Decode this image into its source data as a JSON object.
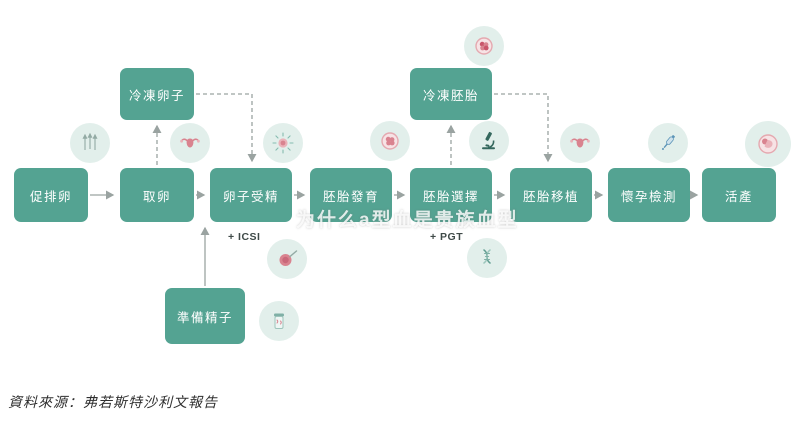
{
  "watermark": "为什么a型血是贵族血型",
  "source_note": "資料來源：弗若斯特沙利文報告",
  "colors": {
    "node_teal": "#54a392",
    "icon_circle_bg": "#e2efeb",
    "arrow_gray": "#9aa3a1",
    "icon_pink": "#d9838f",
    "icon_teal": "#7fb0a6"
  },
  "nodes": {
    "main": [
      {
        "label": "促排卵",
        "icon": "injection-needles-icon"
      },
      {
        "label": "取卵",
        "icon": "uterus-icon"
      },
      {
        "label": "卵子受精",
        "icon": "fertilized-egg-icon",
        "note": "+ ICSI",
        "note_icon": "icsi-injection-icon"
      },
      {
        "label": "胚胎發育",
        "icon": "embryo-icon"
      },
      {
        "label": "胚胎選擇",
        "icon": "microscope-icon",
        "note": "+ PGT",
        "note_icon": "dna-icon"
      },
      {
        "label": "胚胎移植",
        "icon": "uterus-icon"
      },
      {
        "label": "懷孕檢測",
        "icon": "pregnancy-test-dropper-icon"
      },
      {
        "label": "活產",
        "icon": "newborn-icon"
      }
    ],
    "branches": [
      {
        "label": "冷凍卵子"
      },
      {
        "label": "冷凍胚胎",
        "icon": "embryo-icon"
      },
      {
        "label": "準備精子",
        "icon": "sperm-sample-cup-icon"
      }
    ]
  }
}
